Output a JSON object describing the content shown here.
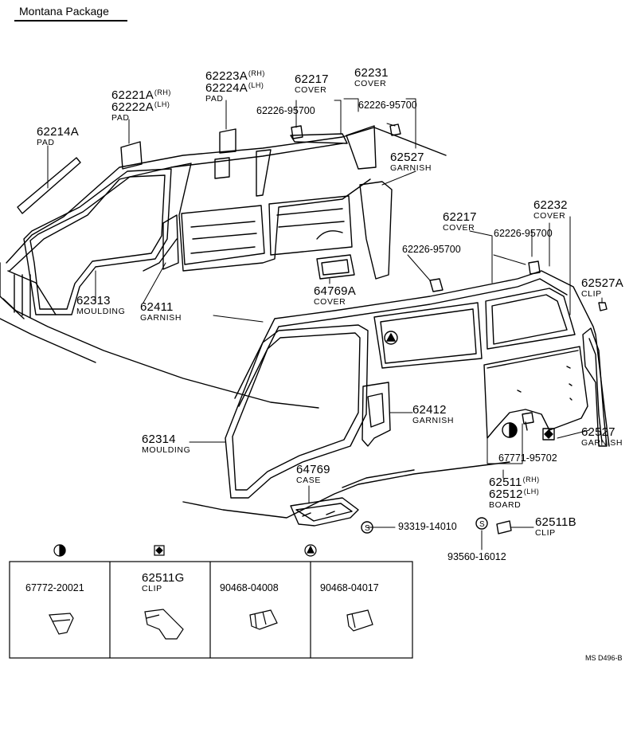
{
  "title": "Montana Package",
  "drawing_code": "MS  D496-B",
  "rl": {
    "rh": "(RH)",
    "lh": "(LH)"
  },
  "parts": {
    "p62214A": {
      "number": "62214A",
      "name": "PAD"
    },
    "p62221A": {
      "number": "62221A",
      "alt_number": "62222A",
      "name": "PAD"
    },
    "p62223A": {
      "number": "62223A",
      "alt_number": "62224A",
      "name": "PAD"
    },
    "p62217_top": {
      "number": "62217",
      "name": "COVER"
    },
    "p62226_top_a": {
      "number": "62226-95700"
    },
    "p62231": {
      "number": "62231",
      "name": "COVER"
    },
    "p62226_top_b": {
      "number": "62226-95700"
    },
    "p62527_top": {
      "number": "62527",
      "name": "GARNISH"
    },
    "p62313": {
      "number": "62313",
      "name": "MOULDING"
    },
    "p62411": {
      "number": "62411",
      "name": "GARNISH"
    },
    "p64769A": {
      "number": "64769A",
      "name": "COVER"
    },
    "p62217_mid": {
      "number": "62217",
      "name": "COVER"
    },
    "p62226_mid_a": {
      "number": "62226-95700"
    },
    "p62232": {
      "number": "62232",
      "name": "COVER"
    },
    "p62226_mid_b": {
      "number": "62226-95700"
    },
    "p62527A": {
      "number": "62527A",
      "name": "CLIP"
    },
    "p62412": {
      "number": "62412",
      "name": "GARNISH"
    },
    "p62314": {
      "number": "62314",
      "name": "MOULDING"
    },
    "p62527_low": {
      "number": "62527",
      "name": "GARNISH"
    },
    "p67771": {
      "number": "67771-95702"
    },
    "p62511": {
      "number": "62511",
      "alt_number": "62512",
      "name": "BOARD"
    },
    "p64769": {
      "number": "64769",
      "name": "CASE"
    },
    "p93319": {
      "number": "93319-14010"
    },
    "p62511B": {
      "number": "62511B",
      "name": "CLIP"
    },
    "p93560": {
      "number": "93560-16012"
    }
  },
  "legend": [
    {
      "symbol": "half-circle",
      "number": "67772-20021",
      "name": ""
    },
    {
      "symbol": "diamond-square",
      "number": "62511G",
      "name": "CLIP"
    },
    {
      "symbol": "triangle-circle",
      "number": "90468-04008",
      "name": ""
    },
    {
      "symbol": "triangle-circle",
      "number": "90468-04017",
      "name": ""
    }
  ]
}
